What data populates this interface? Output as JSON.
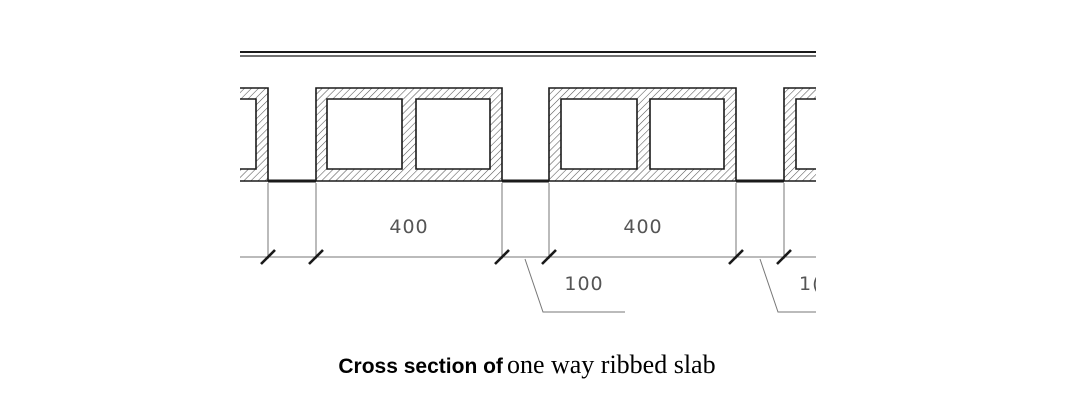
{
  "diagram": {
    "rib_spacing_label": "400",
    "rib_width_label": "100",
    "rib_width_label_clipped": "1("
  },
  "caption": {
    "bold": "Cross section of",
    "regular": "one way ribbed slab"
  },
  "colors": {
    "line": "#1a1a1a",
    "hatch": "#555555",
    "dimension": "#555555"
  }
}
